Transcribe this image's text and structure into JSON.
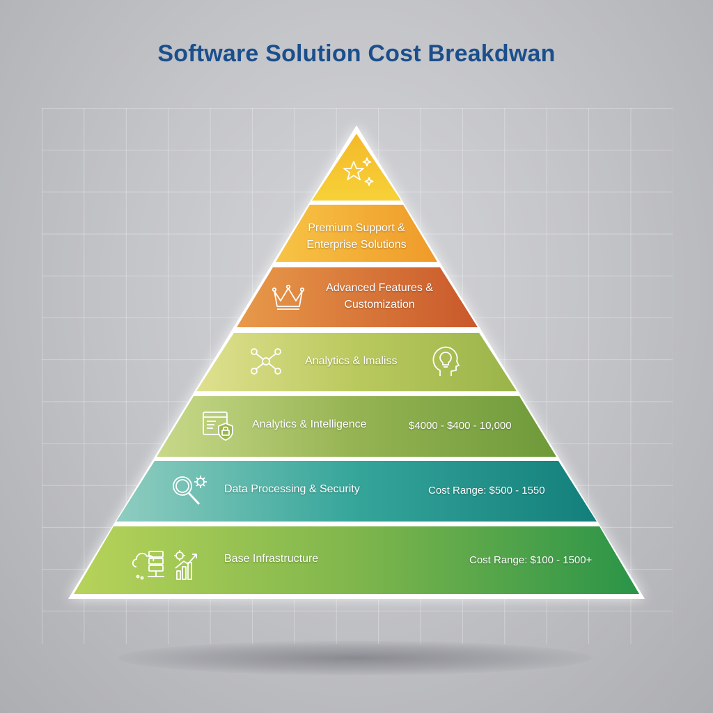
{
  "title": "Software Solution Cost Breakdwan",
  "tiers": [
    {
      "label": "",
      "icon": "stars-icon",
      "color": "#f5c52a"
    },
    {
      "label_line1": "Premium Support &",
      "label_line2": "Enterprise Solutions",
      "color": "#f2a42e"
    },
    {
      "label_line1": "Advanced Features &",
      "label_line2": "Customization",
      "icon": "crown-icon",
      "color": "#d9773a"
    },
    {
      "label": "Analytics & lmaliss",
      "icons": [
        "network-nodes-icon",
        "head-lightbulb-icon"
      ],
      "color": "#b5c455"
    },
    {
      "label": "Analytics & Intelligence",
      "value": "$4000 - $400 - 10,000",
      "icon": "secure-browser-icon",
      "color": "#93af48"
    },
    {
      "label": "Data Processing & Security",
      "value": "Cost Range: $500 - 1550",
      "icon": "magnify-gear-icon",
      "color": "#2a9b93"
    },
    {
      "label": "Base Infrastructure",
      "value": "Cost Range: $100 - 1500+",
      "icon": "cloud-server-icon",
      "color": "#6faf45"
    }
  ]
}
